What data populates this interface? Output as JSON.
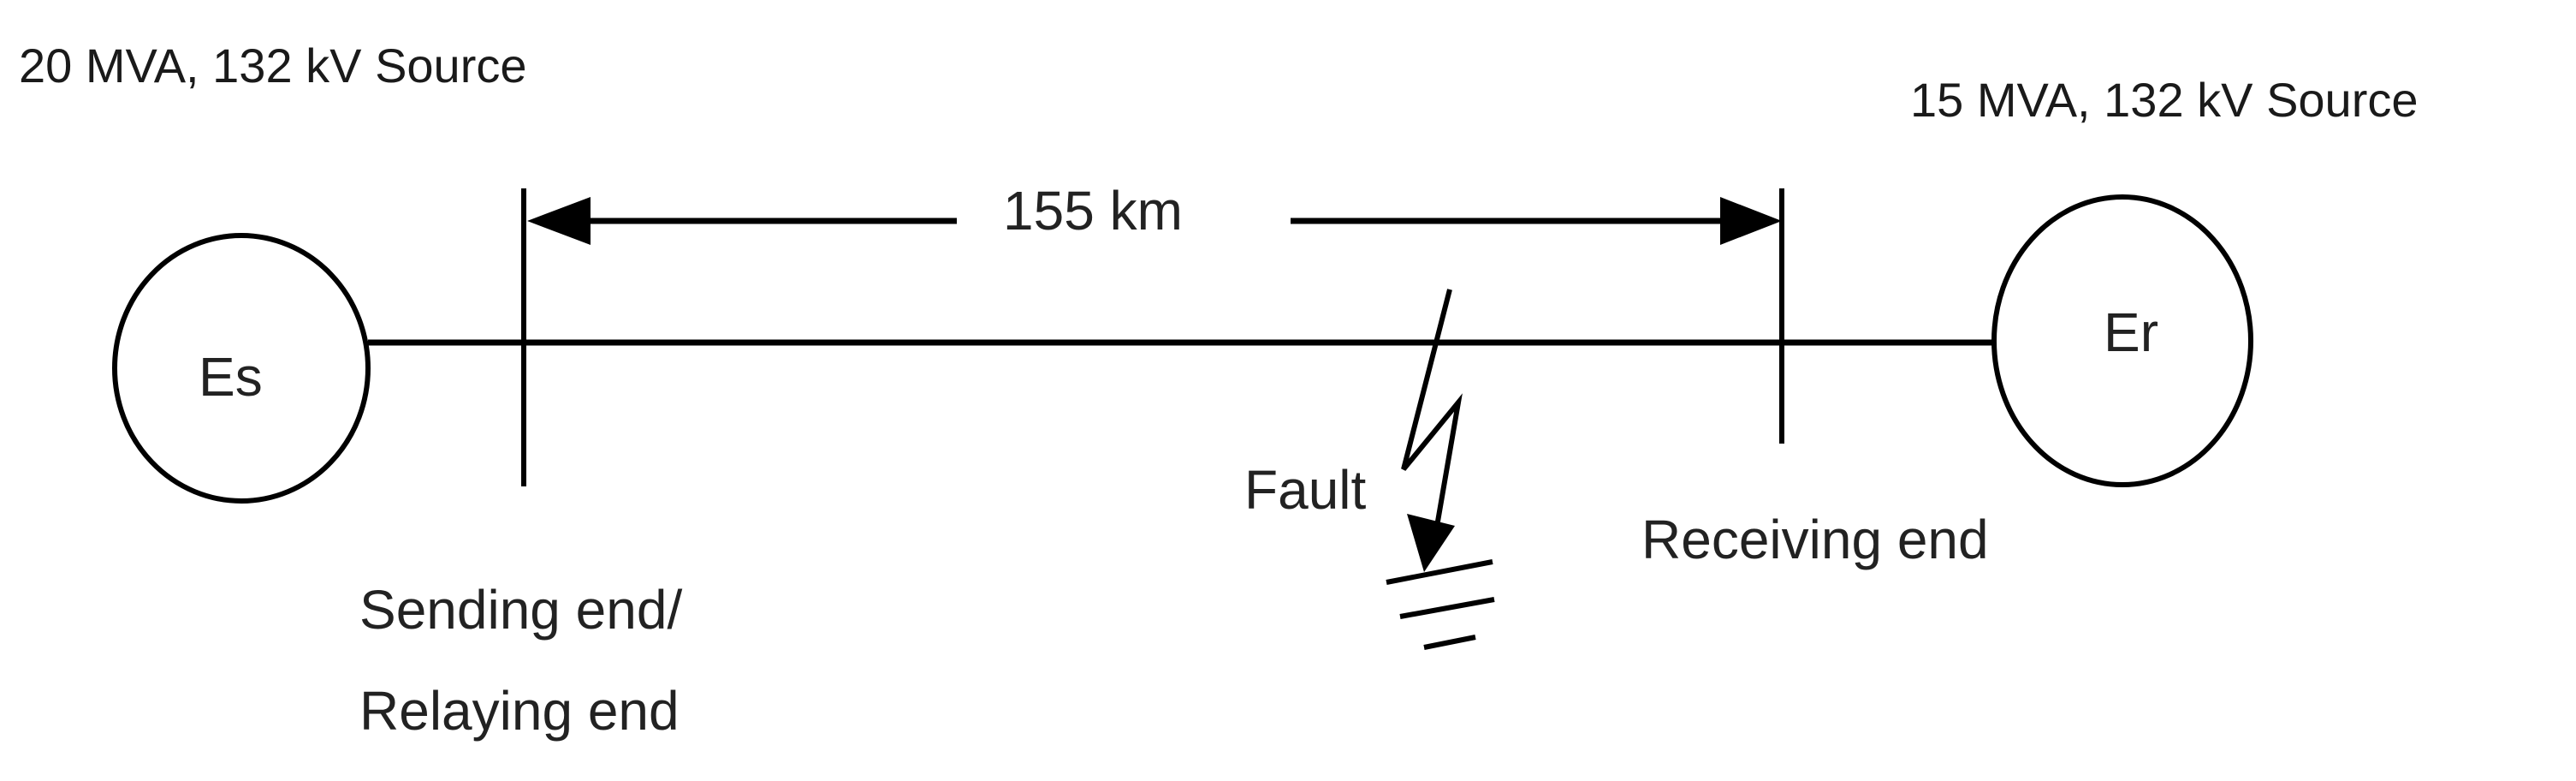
{
  "sources": {
    "left": {
      "rating": "20 MVA, 132 kV Source",
      "symbol": "Es"
    },
    "right": {
      "rating": "15 MVA, 132 kV Source",
      "symbol": "Er"
    }
  },
  "line": {
    "length": "155 km"
  },
  "labels": {
    "fault": "Fault",
    "sending_end_line1": "Sending end/",
    "sending_end_line2": "Relaying end",
    "receiving_end": "Receiving end"
  },
  "icons": {
    "fault": "lightning-bolt-icon",
    "ground": "ground-icon",
    "arrow": "arrow-head-icon"
  },
  "colors": {
    "stroke": "#000000",
    "text": "#1a1a1a",
    "background": "#ffffff"
  }
}
